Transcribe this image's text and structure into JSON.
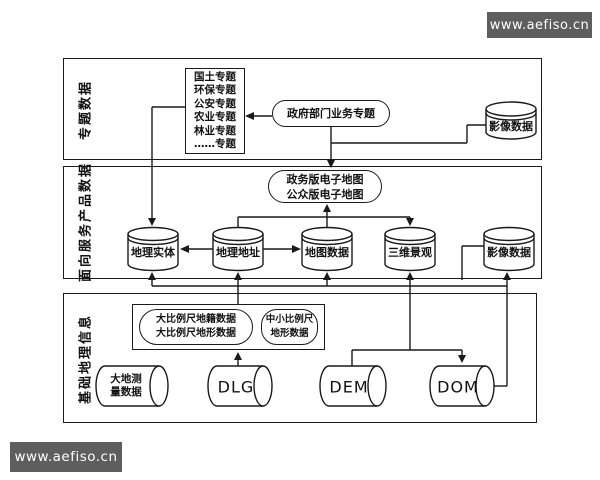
{
  "watermark": {
    "text": "www.aefiso.cn"
  },
  "layer1": {
    "label": "专题数据",
    "topics": [
      "国土专题",
      "环保专题",
      "公安专题",
      "农业专题",
      "林业专题",
      "……专题"
    ],
    "gov_stadium": "政府部门业务专题",
    "image_db": "影像数据"
  },
  "layer2": {
    "label": "面向服务产品数据",
    "emap_line1": "政务版电子地图",
    "emap_line2": "公众版电子地图",
    "db_geo_entity": "地理实体",
    "db_geo_address": "地理地址",
    "db_map_data": "地图数据",
    "db_3d_scene": "三维景观",
    "db_image_data": "影像数据"
  },
  "layer3": {
    "label": "基础地理信息",
    "big_scale_line1": "大比例尺地籍数据",
    "big_scale_line2": "大比例尺地形数据",
    "mid_scale_line1": "中小比例尺",
    "mid_scale_line2": "地形数据",
    "geodetic_line1": "大地测",
    "geodetic_line2": "量数据",
    "dlg": "DLG",
    "dem": "DEM",
    "dom": "DOM"
  },
  "colors": {
    "line": "#1a1a1a",
    "watermark_bg": "#5e5e5e",
    "watermark_text": "#ffffff",
    "background": "#ffffff"
  }
}
